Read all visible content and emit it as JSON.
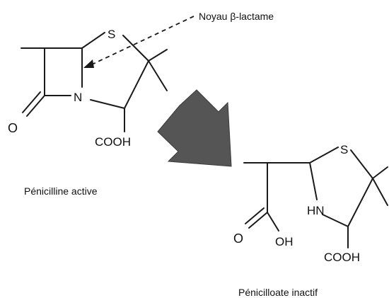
{
  "callout": {
    "text": "Noyau β-lactame"
  },
  "molecule_1": {
    "caption": "Pénicilline active",
    "atoms": {
      "sulfur": "S",
      "nitrogen": "N",
      "oxygen": "O",
      "carboxyl": "COOH"
    }
  },
  "molecule_2": {
    "caption": "Pénicilloate inactif",
    "atoms": {
      "sulfur": "S",
      "amine": "HN",
      "oxygen": "O",
      "hydroxyl": "OH",
      "carboxyl": "COOH"
    }
  },
  "colors": {
    "ink": "#1a1a1a",
    "arrow": "#555555"
  }
}
